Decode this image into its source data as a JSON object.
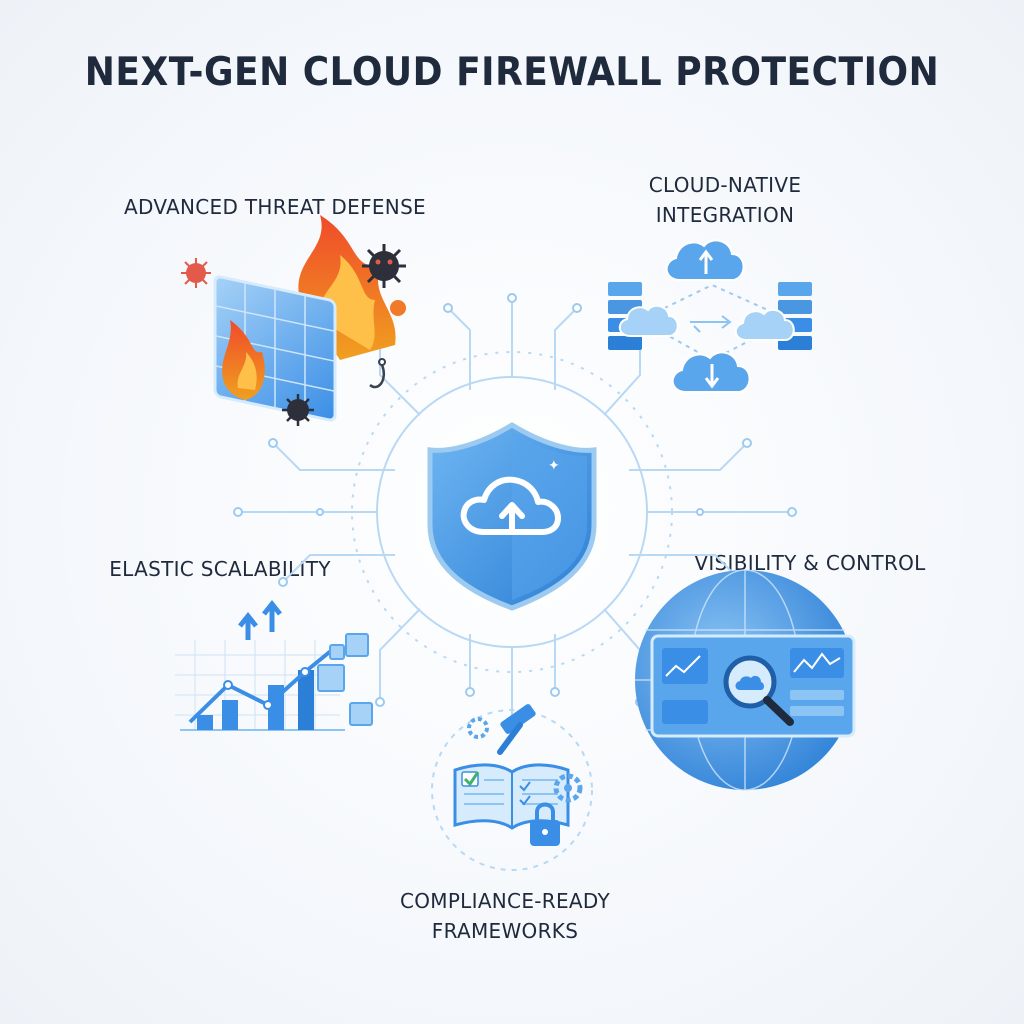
{
  "title": "NEXT-GEN CLOUD FIREWALL PROTECTION",
  "features": {
    "threat": "ADVANCED THREAT DEFENSE",
    "cloud_line1": "CLOUD-NATIVE",
    "cloud_line2": "INTEGRATION",
    "elastic": "ELASTIC SCALABILITY",
    "visibility": "VISIBILITY & CONTROL",
    "compliance_line1": "COMPLIANCE-READY",
    "compliance_line2": "FRAMEWORKS"
  },
  "colors": {
    "accent": "#3a8ee6",
    "accent_light": "#8cc4f4",
    "dark_text": "#1f2a3c",
    "fire": "#f36b2b",
    "virus_red": "#e35a4a",
    "virus_dark": "#2d2f3a",
    "check_green": "#3cb46e"
  },
  "icons": {
    "center": "shield-cloud-upload-icon",
    "threat": "firewall-fire-icon",
    "cloud": "cloud-sync-servers-icon",
    "elastic": "growth-chart-cubes-icon",
    "visibility": "dashboard-magnifier-globe-icon",
    "compliance": "rulebook-gavel-lock-icon"
  }
}
